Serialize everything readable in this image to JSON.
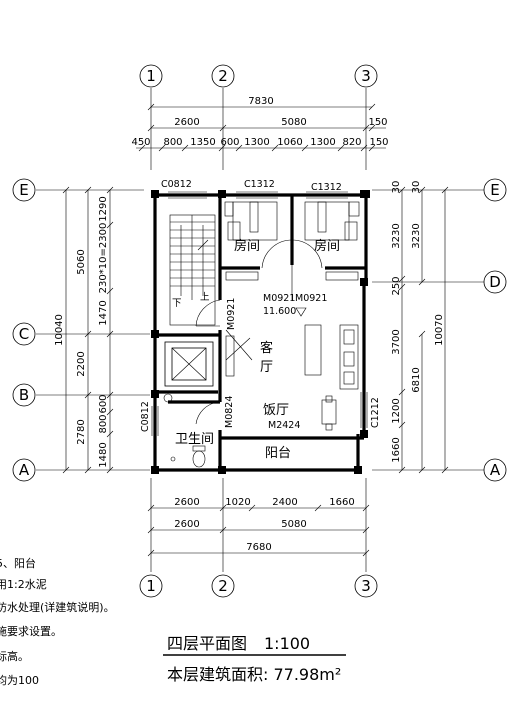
{
  "drawing": {
    "axes": {
      "a1": "1",
      "a2": "2",
      "a3": "3",
      "aA": "A",
      "aB": "B",
      "aC": "C",
      "aD": "D",
      "aE": "E"
    },
    "top_dims": {
      "total": "7830",
      "seg1": "2600",
      "seg2": "5080",
      "seg3": "150",
      "d1": "450",
      "d2": "800",
      "d3": "1350",
      "d4": "600",
      "d5": "1300",
      "d6": "1060",
      "d7": "1300",
      "d8": "820",
      "d9": "150"
    },
    "bottom_dims": {
      "d1": "2600",
      "d2": "1020",
      "d3": "2400",
      "d4": "1660",
      "s1": "2600",
      "s2": "5080",
      "total": "7680"
    },
    "left_dims": {
      "total": "10040",
      "upper": "5060",
      "mid": "2200",
      "lower": "2780",
      "d1": "1290",
      "d2": "230*10=2300",
      "d3": "1470",
      "d4": "600",
      "d5": "800",
      "d6": "1480"
    },
    "right_dims": {
      "a": "3230",
      "b": "3230",
      "c": "250",
      "d": "3700",
      "e": "1200",
      "f": "1660",
      "g": "6810",
      "h": "10070",
      "i": "30",
      "j": "30"
    },
    "rooms": {
      "bed1": "房间",
      "bed2": "房间",
      "living_a": "客",
      "living_b": "厅",
      "dining": "饭厅",
      "bath": "卫生间",
      "balcony": "阳台"
    },
    "codes": {
      "c0812_top": "C0812",
      "c1312_a": "C1312",
      "c1312_b": "C1312",
      "m0921_a": "M0921",
      "m0921_b": "M0921",
      "m0921_c": "M0921",
      "m0824": "M0824",
      "m2424": "M2424",
      "c0812_left": "C0812",
      "c1212": "C1212",
      "elev": "11.600",
      "down": "下",
      "up": "上"
    },
    "notes": {
      "n1": "5、阳台",
      "n2": "用1:2水泥",
      "n3": "防水处理(详建筑说明)。",
      "n4": "施要求设置。",
      "n5": "标高。",
      "n6": "均为100"
    },
    "title": {
      "name": "四层平面图",
      "scale": "1:100",
      "area": "本层建筑面积: 77.98m²"
    }
  }
}
